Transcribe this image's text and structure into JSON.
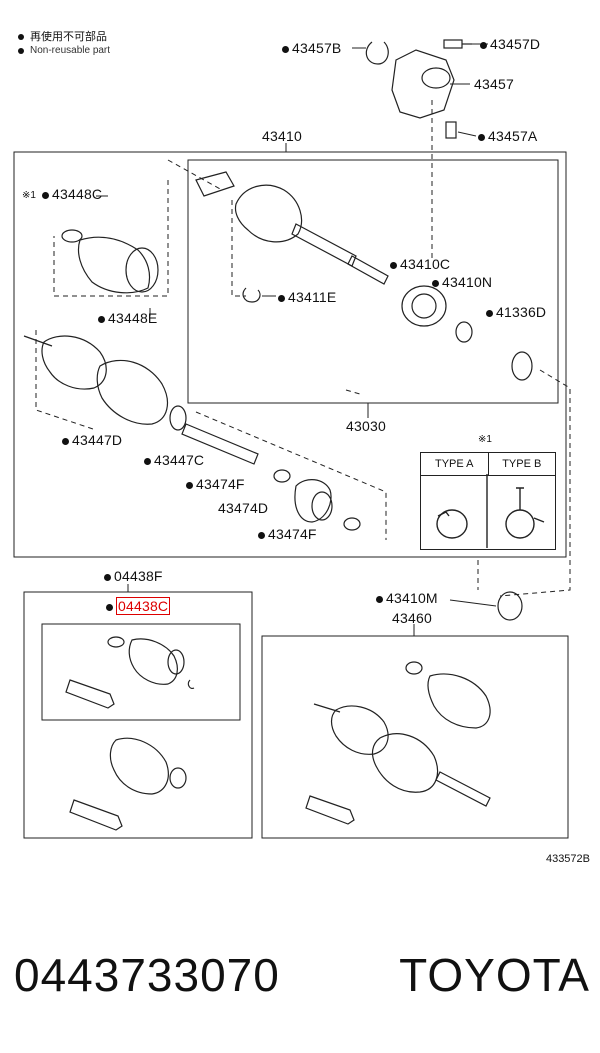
{
  "legend": {
    "line1": "再使用不可部品",
    "line2": "Non-reusable part"
  },
  "parts": {
    "p43457B": "43457B",
    "p43457D": "43457D",
    "p43457": "43457",
    "p43457A": "43457A",
    "p43410": "43410",
    "p43448C": "43448C",
    "p43448E": "43448E",
    "p43411E": "43411E",
    "p43410C": "43410C",
    "p43410N": "43410N",
    "p41336D": "41336D",
    "p43447D": "43447D",
    "p43447C": "43447C",
    "p43030": "43030",
    "p43474F_a": "43474F",
    "p43474D": "43474D",
    "p43474F_b": "43474F",
    "p04438F": "04438F",
    "p04438C": "04438C",
    "p43410M": "43410M",
    "p43460": "43460"
  },
  "marks": {
    "note_top": "※1",
    "note_box": "※1"
  },
  "type_box": {
    "type_a": "TYPE A",
    "type_b": "TYPE B"
  },
  "diagram_code": "433572B",
  "footer": {
    "part_number": "0443733070",
    "brand": "TOYOTA"
  }
}
